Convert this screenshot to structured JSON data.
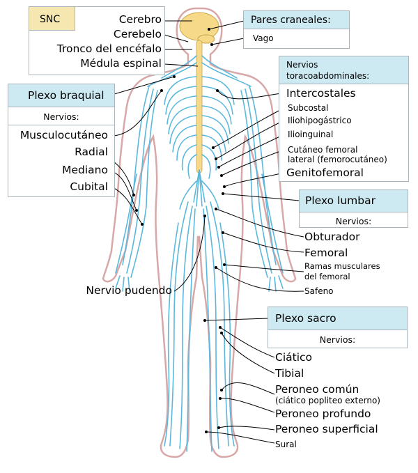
{
  "colors": {
    "nerve": "#5bb8dc",
    "body_outline": "#d8a8a8",
    "brain": "#f7d98a",
    "header_fill": "#cde9f1",
    "snc_fill": "#f6e7b0",
    "box_border": "#aab4bb"
  },
  "snc": {
    "title": "SNC",
    "items": [
      "Cerebro",
      "Cerebelo",
      "Tronco del encéfalo",
      "Médula espinal"
    ]
  },
  "pares_craneales": {
    "title": "Pares craneales:",
    "items": [
      "Vago"
    ]
  },
  "toracoabdominales": {
    "title_line1": "Nervios",
    "title_line2": "toracoabdominales:",
    "items": [
      "Intercostales",
      "Subcostal",
      "Iliohipogástrico",
      "Ilioinguinal",
      "Cutáneo femoral",
      "lateral (femorocutáneo)",
      "Genitofemoral"
    ]
  },
  "plexo_braquial": {
    "title": "Plexo braquial",
    "subtitle": "Nervios:",
    "items": [
      "Musculocutáneo",
      "Radial",
      "Mediano",
      "Cubital"
    ]
  },
  "plexo_lumbar": {
    "title": "Plexo lumbar",
    "subtitle": "Nervios:",
    "items": [
      "Obturador",
      "Femoral",
      "Ramas musculares",
      "del femoral",
      "Safeno"
    ]
  },
  "nervio_pudendo": "Nervio pudendo",
  "plexo_sacro": {
    "title": "Plexo sacro",
    "subtitle": "Nervios:",
    "items": [
      "Ciático",
      "Tibial",
      "Peroneo común",
      "(ciático popliteo externo)",
      "Peroneo profundo",
      "Peroneo superficial",
      "Sural"
    ]
  }
}
